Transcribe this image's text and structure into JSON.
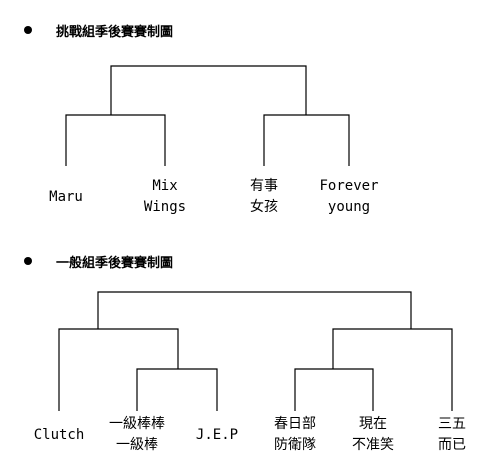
{
  "challenge_bracket": {
    "title": "挑戰組季後賽賽制圖",
    "teams": [
      {
        "line1": "Maru",
        "line2": ""
      },
      {
        "line1": "Mix",
        "line2": "Wings"
      },
      {
        "line1": "有事",
        "line2": "女孩"
      },
      {
        "line1": "Forever",
        "line2": "young"
      }
    ]
  },
  "general_bracket": {
    "title": "一般組季後賽賽制圖",
    "teams": [
      {
        "line1": "Clutch",
        "line2": ""
      },
      {
        "line1": "一級棒棒",
        "line2": "一級棒"
      },
      {
        "line1": "J.E.P",
        "line2": ""
      },
      {
        "line1": "春日部",
        "line2": "防衛隊"
      },
      {
        "line1": "現在",
        "line2": "不准笑"
      },
      {
        "line1": "三五",
        "line2": "而已"
      }
    ]
  }
}
